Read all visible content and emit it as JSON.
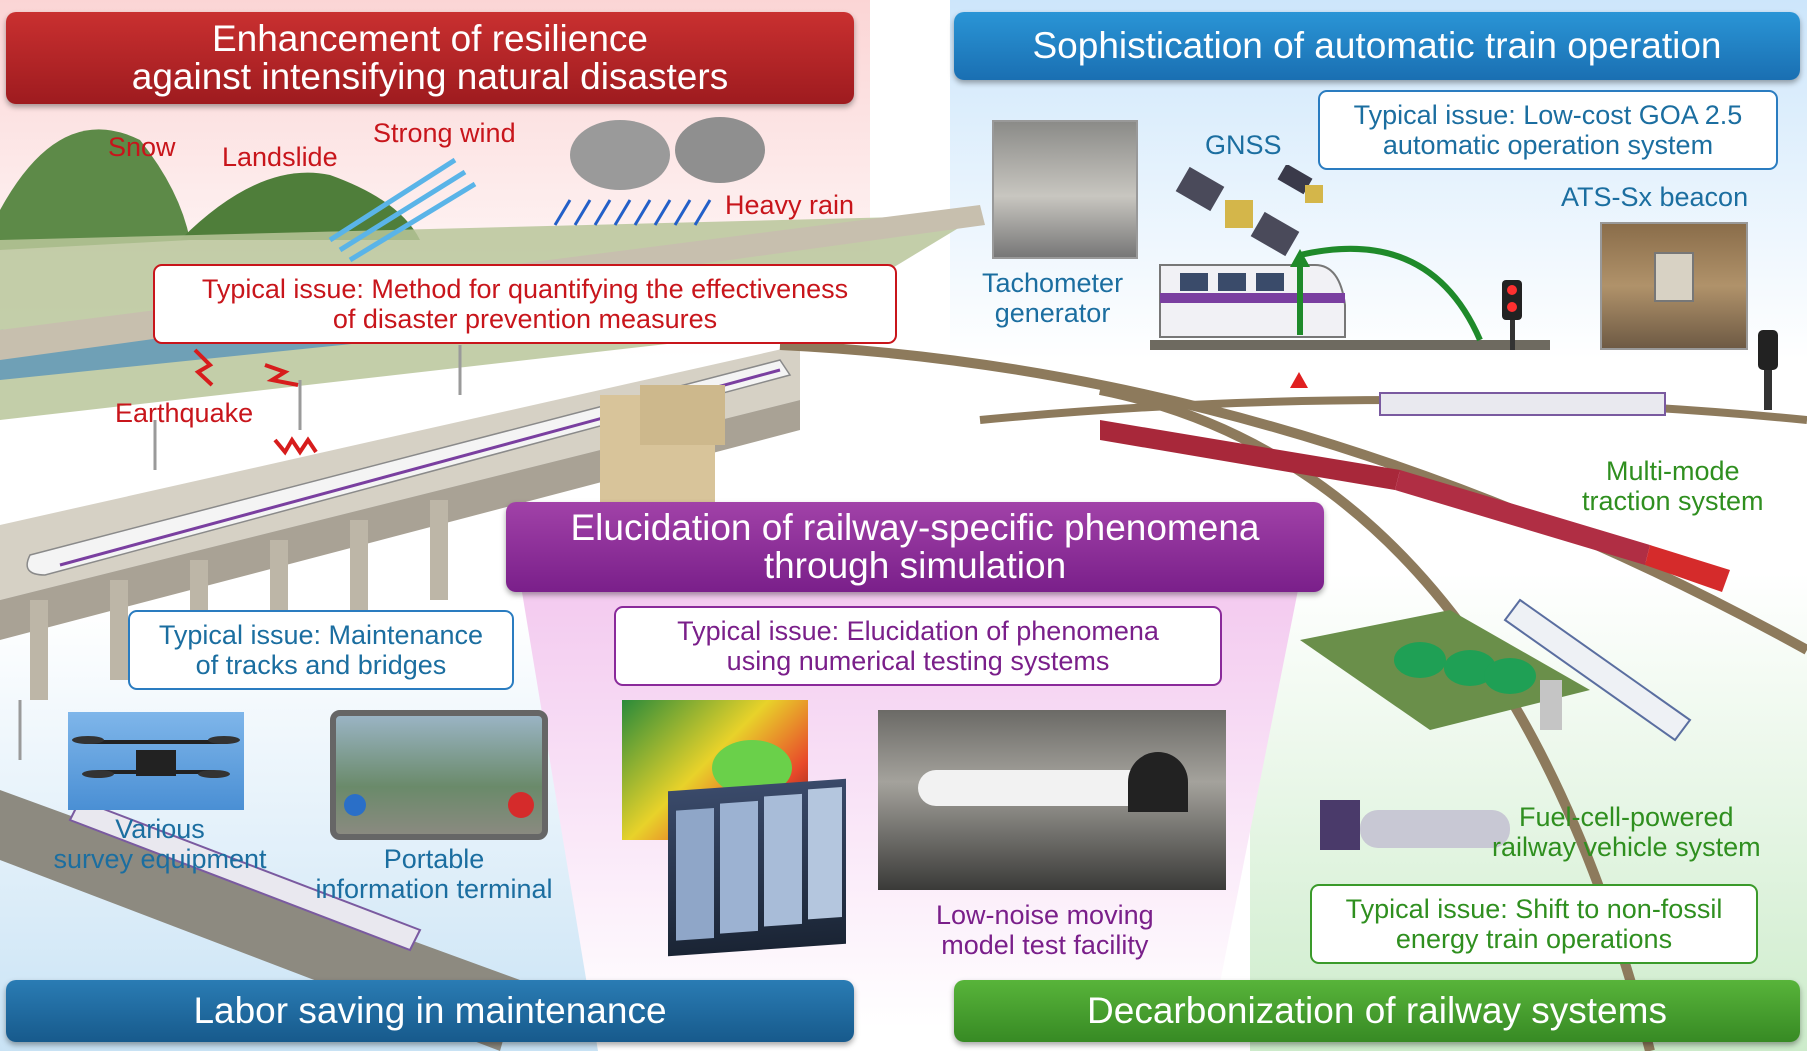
{
  "colors": {
    "red": "#c8151b",
    "blue": "#1b6ea0",
    "purple": "#7a1f8a",
    "green": "#2f8f1f"
  },
  "quadrants": {
    "resilience": {
      "title_line1": "Enhancement of resilience",
      "title_line2": "against intensifying natural disasters",
      "labels": {
        "snow": "Snow",
        "landslide": "Landslide",
        "strong_wind": "Strong wind",
        "heavy_rain": "Heavy rain",
        "earthquake": "Earthquake"
      },
      "issue_line1": "Typical issue: Method for quantifying the effectiveness",
      "issue_line2": "of disaster prevention measures"
    },
    "automatic_operation": {
      "title": "Sophistication of automatic train operation",
      "issue_line1": "Typical issue: Low-cost GOA 2.5",
      "issue_line2": "automatic operation system",
      "labels": {
        "gnss": "GNSS",
        "ats_beacon": "ATS-Sx beacon",
        "tachometer_line1": "Tachometer",
        "tachometer_line2": "generator",
        "multimode_line1": "Multi-mode",
        "multimode_line2": "traction system"
      }
    },
    "simulation": {
      "title_line1": "Elucidation of railway-specific phenomena",
      "title_line2": "through simulation",
      "issue_line1": "Typical issue: Elucidation of phenomena",
      "issue_line2": "using numerical testing systems",
      "labels": {
        "facility_line1": "Low-noise moving",
        "facility_line2": "model test facility"
      }
    },
    "maintenance": {
      "title": "Labor saving in maintenance",
      "issue_line1": "Typical issue: Maintenance",
      "issue_line2": "of tracks and bridges",
      "labels": {
        "survey_line1": "Various",
        "survey_line2": "survey equipment",
        "terminal_line1": "Portable",
        "terminal_line2": "information terminal"
      }
    },
    "decarbonization": {
      "title": "Decarbonization of railway systems",
      "issue_line1": "Typical issue: Shift to non-fossil",
      "issue_line2": "energy train operations",
      "labels": {
        "fuelcell_line1": "Fuel-cell-powered",
        "fuelcell_line2": "railway vehicle system"
      }
    }
  }
}
